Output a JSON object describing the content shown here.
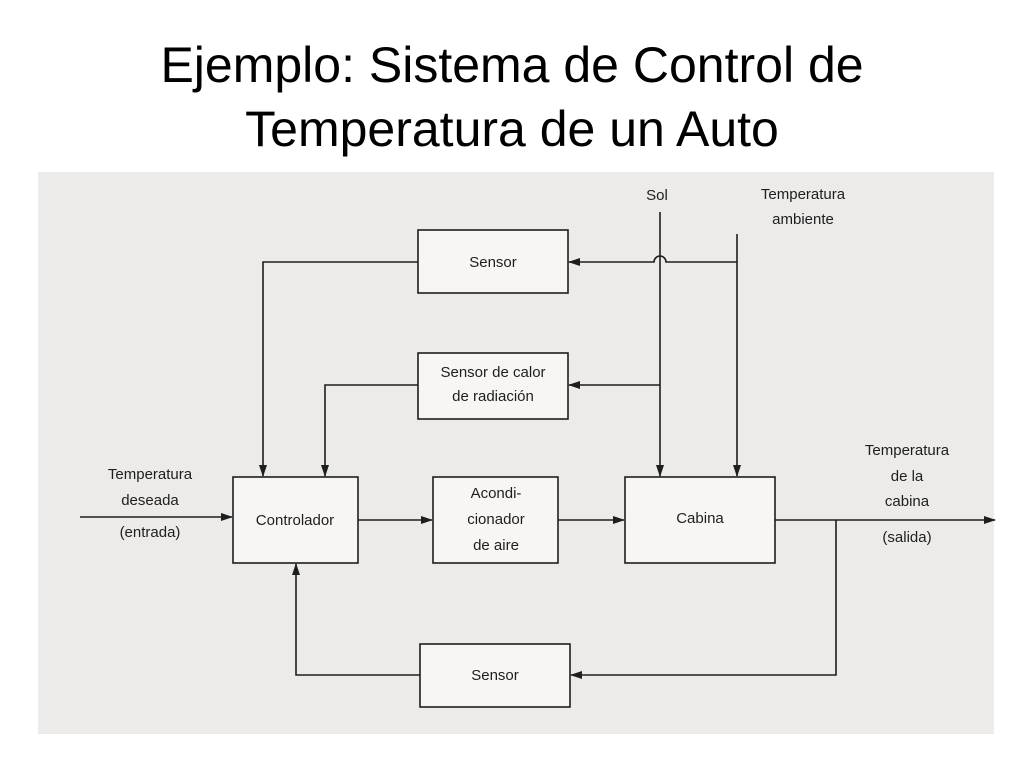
{
  "title": {
    "line1": "Ejemplo: Sistema de Control de",
    "line2": "Temperatura de un Auto"
  },
  "inputs": {
    "sol": "Sol",
    "temp_ambiente_1": "Temperatura",
    "temp_ambiente_2": "ambiente",
    "deseada_1": "Temperatura",
    "deseada_2": "deseada",
    "deseada_3": "(entrada)"
  },
  "output": {
    "line1": "Temperatura",
    "line2": "de la",
    "line3": "cabina",
    "line4": "(salida)"
  },
  "blocks": {
    "sensor_top": "Sensor",
    "sensor_calor_1": "Sensor de calor",
    "sensor_calor_2": "de radiación",
    "controlador": "Controlador",
    "acond_1": "Acondi-",
    "acond_2": "cionador",
    "acond_3": "de aire",
    "cabina": "Cabina",
    "sensor_bottom": "Sensor"
  }
}
